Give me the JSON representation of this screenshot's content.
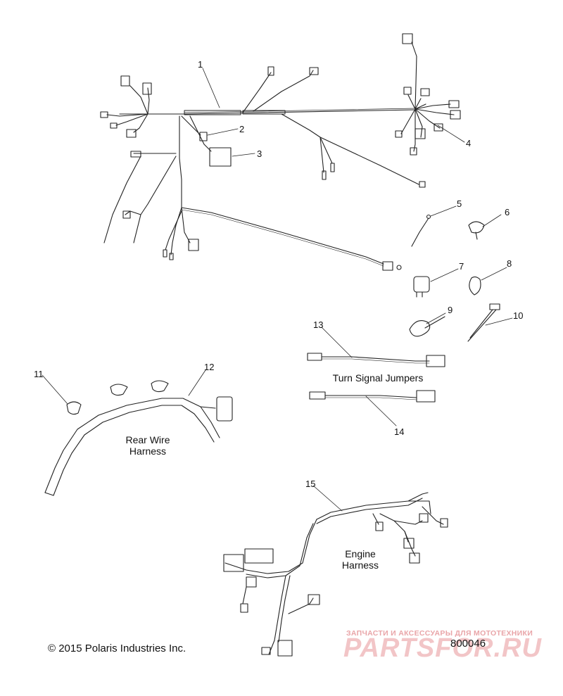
{
  "callouts": [
    {
      "num": "1"
    },
    {
      "num": "2"
    },
    {
      "num": "3"
    },
    {
      "num": "4"
    },
    {
      "num": "5"
    },
    {
      "num": "6"
    },
    {
      "num": "7"
    },
    {
      "num": "8"
    },
    {
      "num": "9"
    },
    {
      "num": "10"
    },
    {
      "num": "11"
    },
    {
      "num": "12"
    },
    {
      "num": "13"
    },
    {
      "num": "14"
    },
    {
      "num": "15"
    }
  ],
  "labels": {
    "turn_signal": "Turn Signal Jumpers",
    "rear_line1": "Rear Wire",
    "rear_line2": "Harness",
    "engine_line1": "Engine",
    "engine_line2": "Harness"
  },
  "footer": {
    "copyright": "© 2015 Polaris Industries Inc.",
    "figure_number": "800046"
  },
  "watermark": {
    "tagline": "ЗАПЧАСТИ И АКСЕССУАРЫ ДЛЯ МОТОТЕХНИКИ",
    "brand": "PARTSFOR.RU"
  }
}
